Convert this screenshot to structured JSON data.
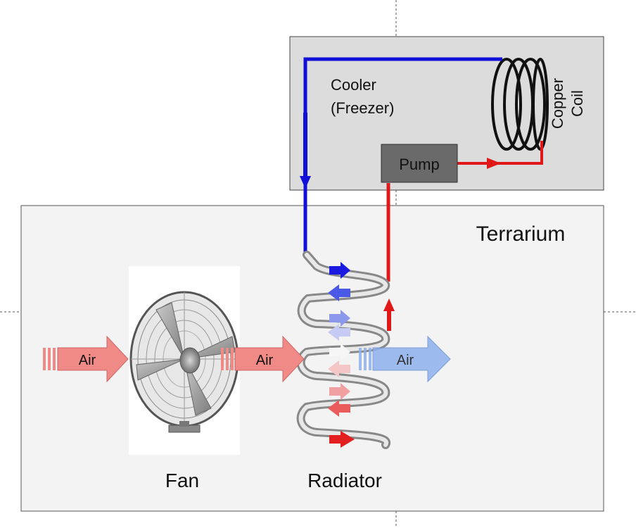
{
  "cooler": {
    "label_line1": "Cooler",
    "label_line2": "(Freezer)"
  },
  "coil": {
    "label_line1": "Copper",
    "label_line2": "Coil"
  },
  "pump": {
    "label": "Pump"
  },
  "terrarium": {
    "label": "Terrarium"
  },
  "fan": {
    "label": "Fan"
  },
  "radiator": {
    "label": "Radiator"
  },
  "air_arrows": [
    {
      "label": "Air",
      "color": "#f08a86"
    },
    {
      "label": "Air",
      "color": "#f08a86"
    },
    {
      "label": "Air",
      "color": "#8fb1ee"
    }
  ],
  "colors": {
    "cold_pipe": "#1010d8",
    "hot_pipe": "#e01818",
    "cooler_box": "#dcdcdc",
    "terrarium_box": "#f3f3f3",
    "pump_box": "#6a6a6a",
    "warm_air": "#f08a86",
    "cool_air": "#8fb1ee"
  }
}
